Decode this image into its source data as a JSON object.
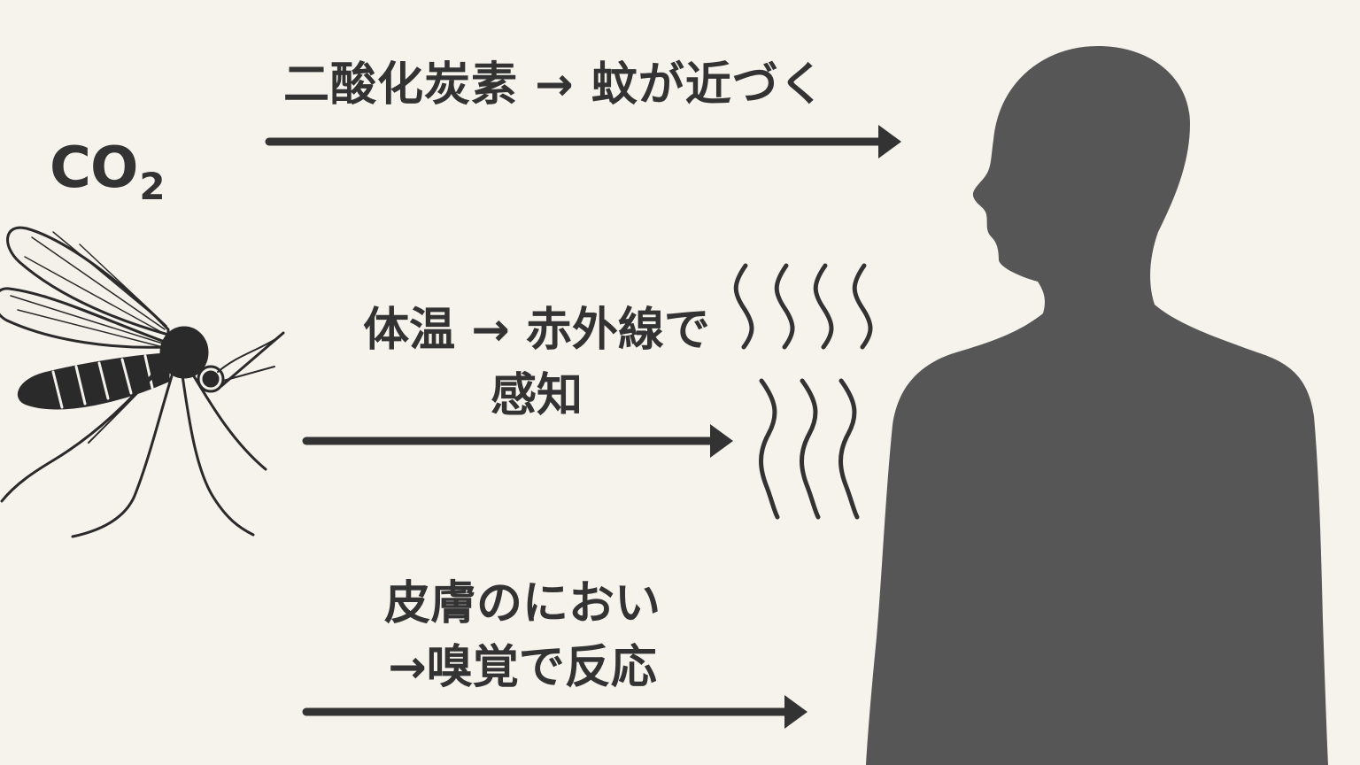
{
  "co2_symbol": {
    "main": "CO",
    "subscript": "2"
  },
  "cues": [
    {
      "id": "co2",
      "text": "二酸化炭素 → 蚊が近づく"
    },
    {
      "id": "heat",
      "text": "体温 → 赤外線で感知"
    },
    {
      "id": "smell",
      "text": "皮膚のにおい →嗅覚で反応"
    }
  ],
  "colors": {
    "background": "#f6f3ec",
    "ink": "#333333",
    "silhouette": "#565656"
  },
  "icons": {
    "mosquito": "mosquito-icon",
    "human": "human-silhouette-icon",
    "heat_waves": "heat-wave-icon"
  }
}
